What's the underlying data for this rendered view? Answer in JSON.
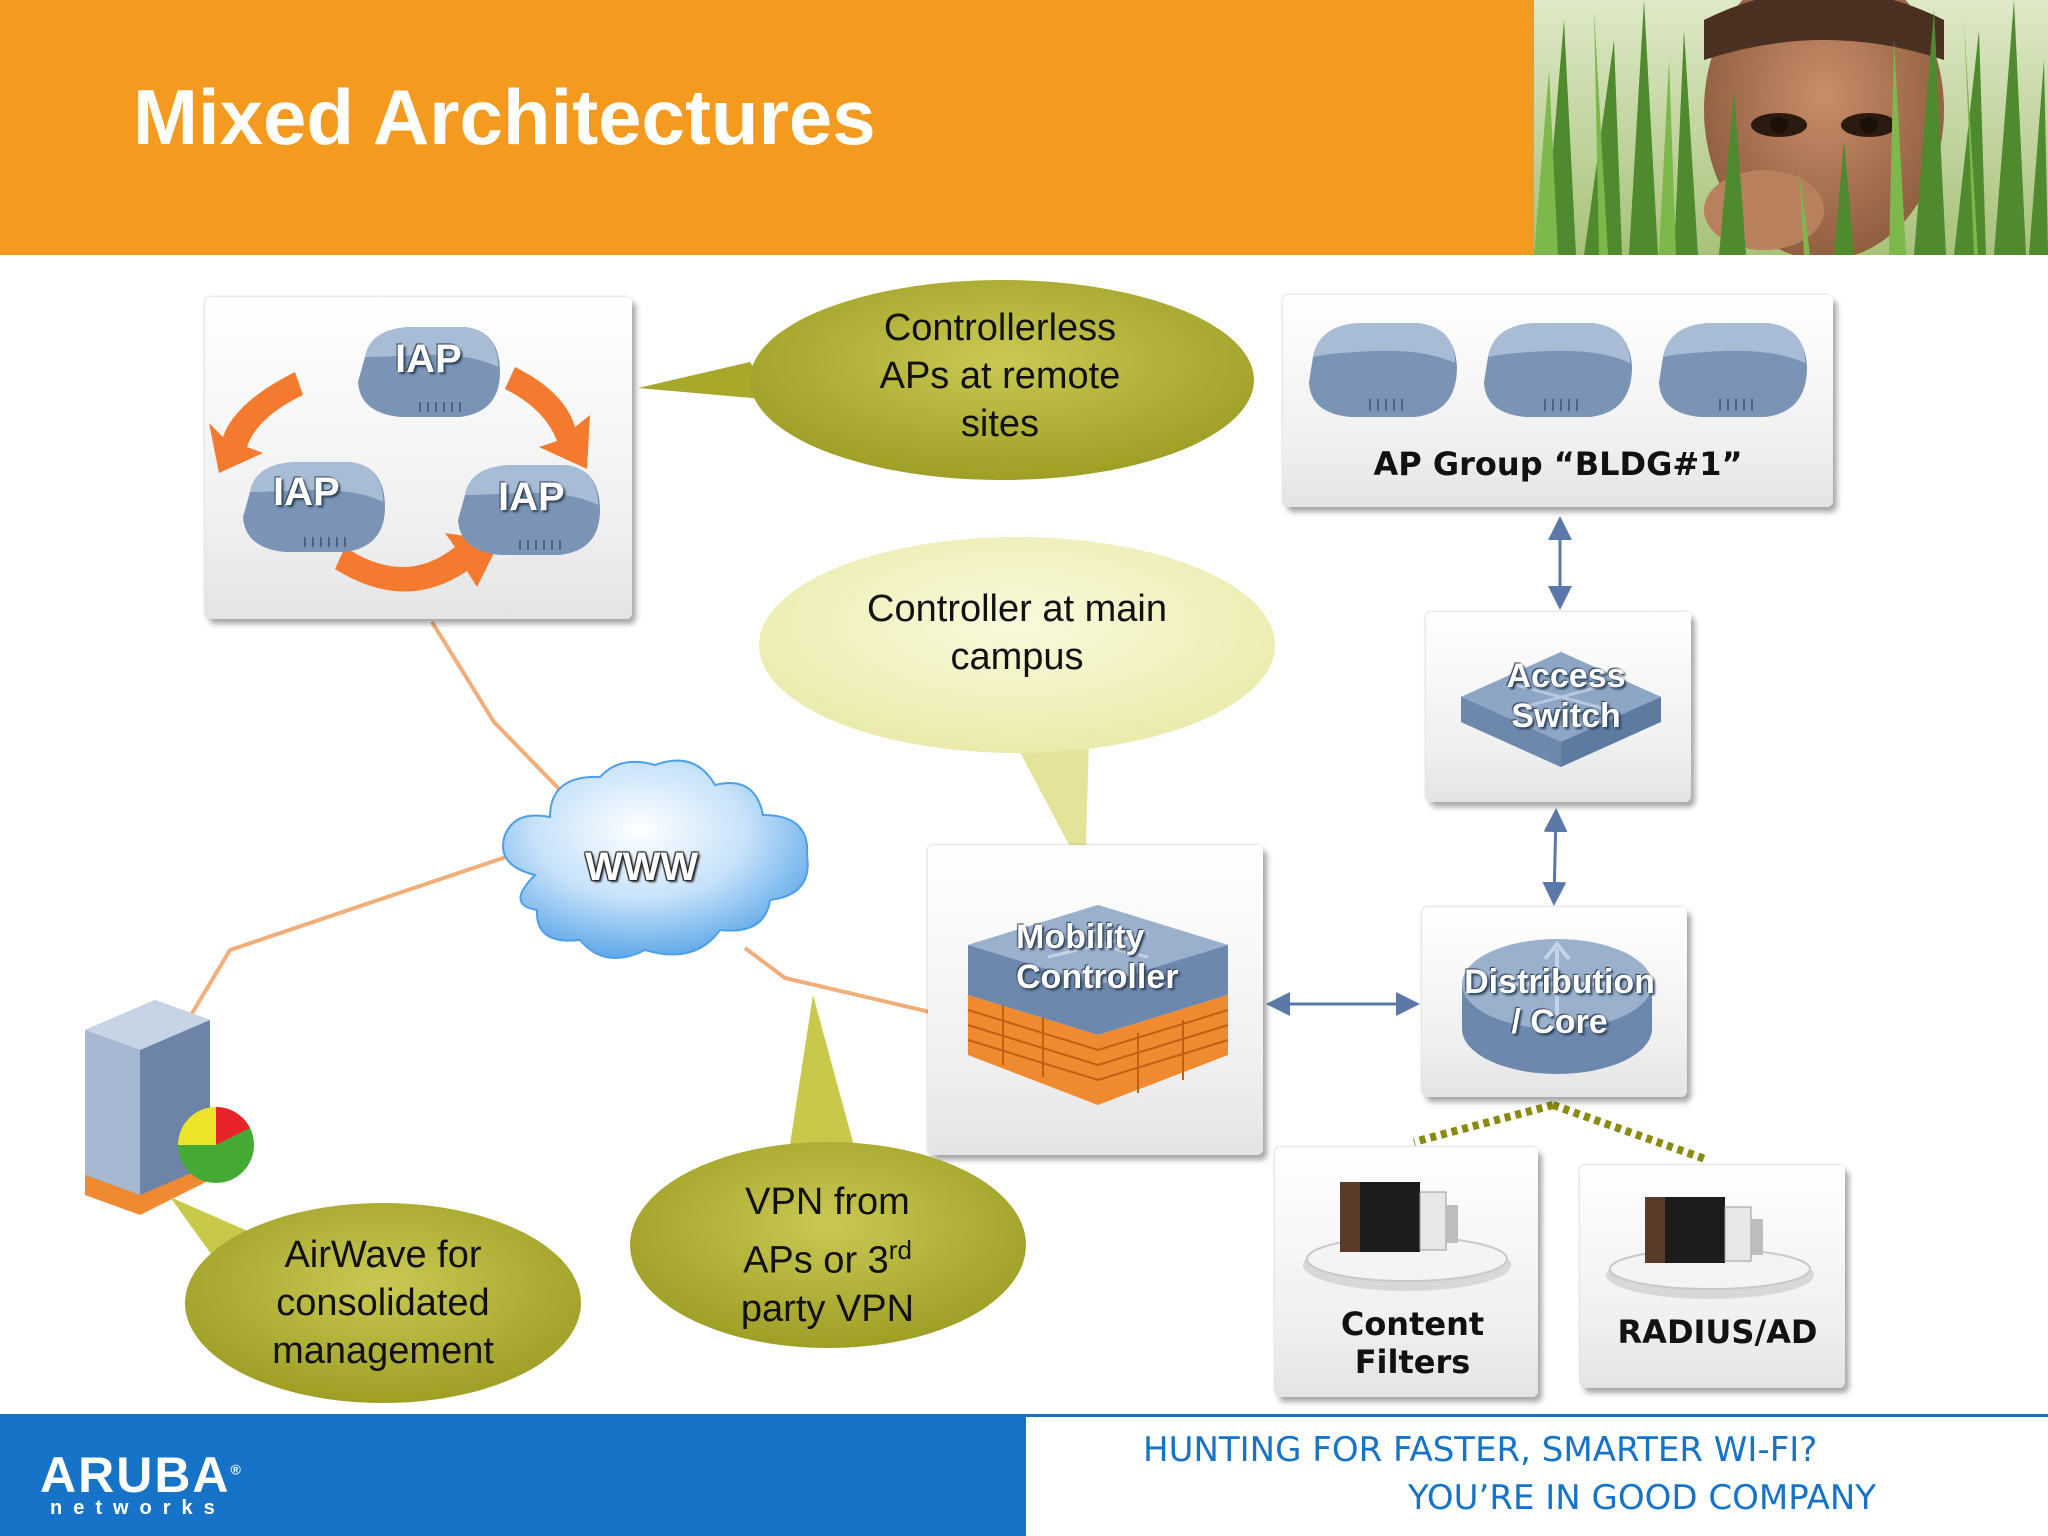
{
  "slide": {
    "title": "Mixed Architectures"
  },
  "remote_sites": {
    "iap_labels": [
      "IAP",
      "IAP",
      "IAP"
    ]
  },
  "callouts": {
    "controllerless": [
      "Controllerless",
      "APs at remote",
      "sites"
    ],
    "main_campus": [
      "Controller at main",
      "campus"
    ],
    "vpn": {
      "line1": "VPN from",
      "line2_pre": "APs or 3",
      "line2_sup": "rd",
      "line3": "party VPN"
    },
    "airwave": [
      "AirWave for",
      "consolidated",
      "management"
    ]
  },
  "cloud": {
    "label": "WWW"
  },
  "ap_group": {
    "label": "AP Group “BLDG#1”"
  },
  "access_switch": {
    "label_lines": [
      "Access",
      "Switch"
    ]
  },
  "mobility_controller": {
    "label_lines": [
      "Mobility",
      "Controller"
    ]
  },
  "distribution_core": {
    "label_lines": [
      "Distribution",
      "/ Core"
    ]
  },
  "content_filters": {
    "label_lines": [
      "Content",
      "Filters"
    ]
  },
  "radius": {
    "label": "RADIUS/AD"
  },
  "footer": {
    "logo": "ARUBA",
    "logo_mark": "®",
    "logo_sub": "networks",
    "tagline_1": "HUNTING FOR FASTER, SMARTER WI-FI?",
    "tagline_2": "YOU’RE IN GOOD COMPANY"
  },
  "colors": {
    "header_orange": "#f49a1e",
    "footer_blue": "#1673c7",
    "bubble_olive": "#b2b233",
    "bubble_pale": "#f2f2c4",
    "link_orange": "#f0a060",
    "arrow_blue": "#5a78a8"
  }
}
